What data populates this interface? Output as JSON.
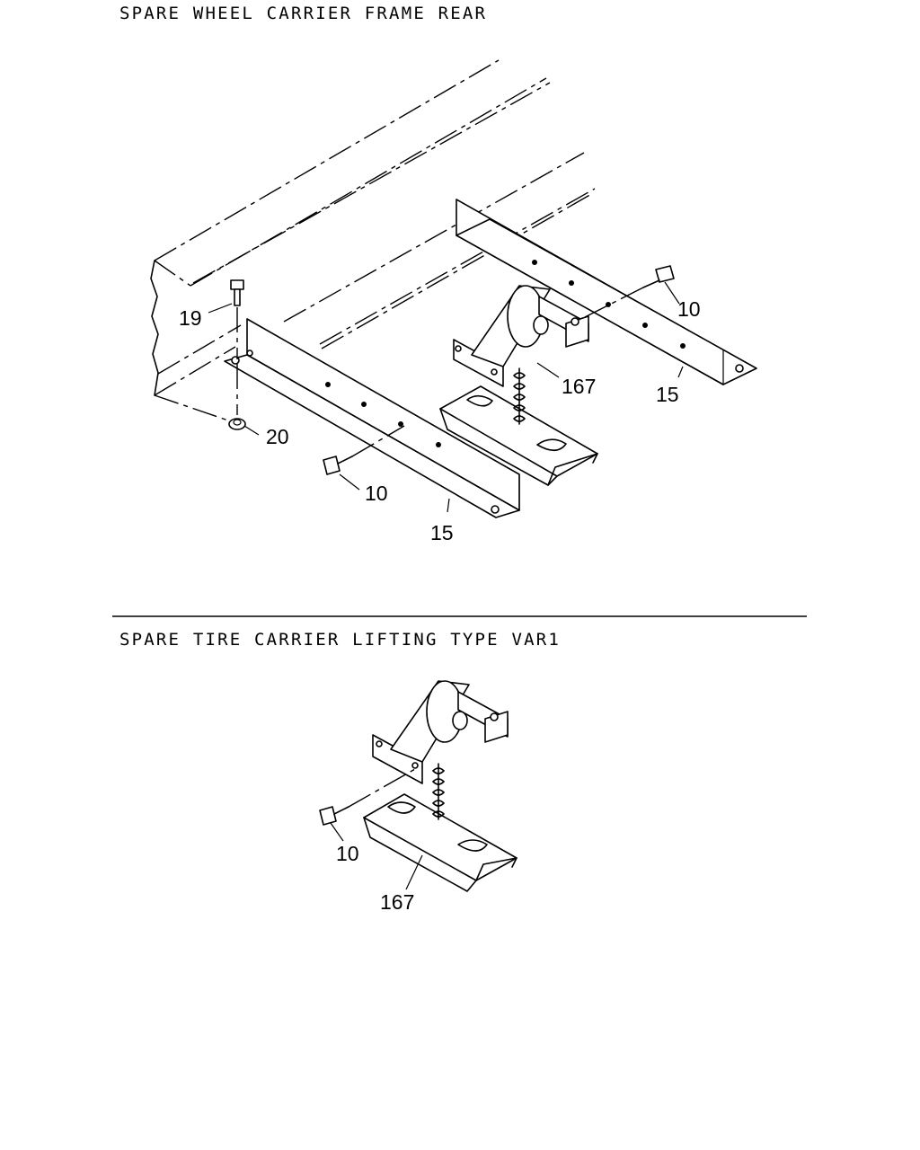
{
  "sections": [
    {
      "title": "SPARE WHEEL CARRIER FRAME REAR",
      "callouts": [
        "19",
        "10",
        "167",
        "15",
        "20",
        "10",
        "15"
      ]
    },
    {
      "title": "SPARE TIRE CARRIER LIFTING TYPE VAR1",
      "callouts": [
        "10",
        "167"
      ]
    }
  ]
}
